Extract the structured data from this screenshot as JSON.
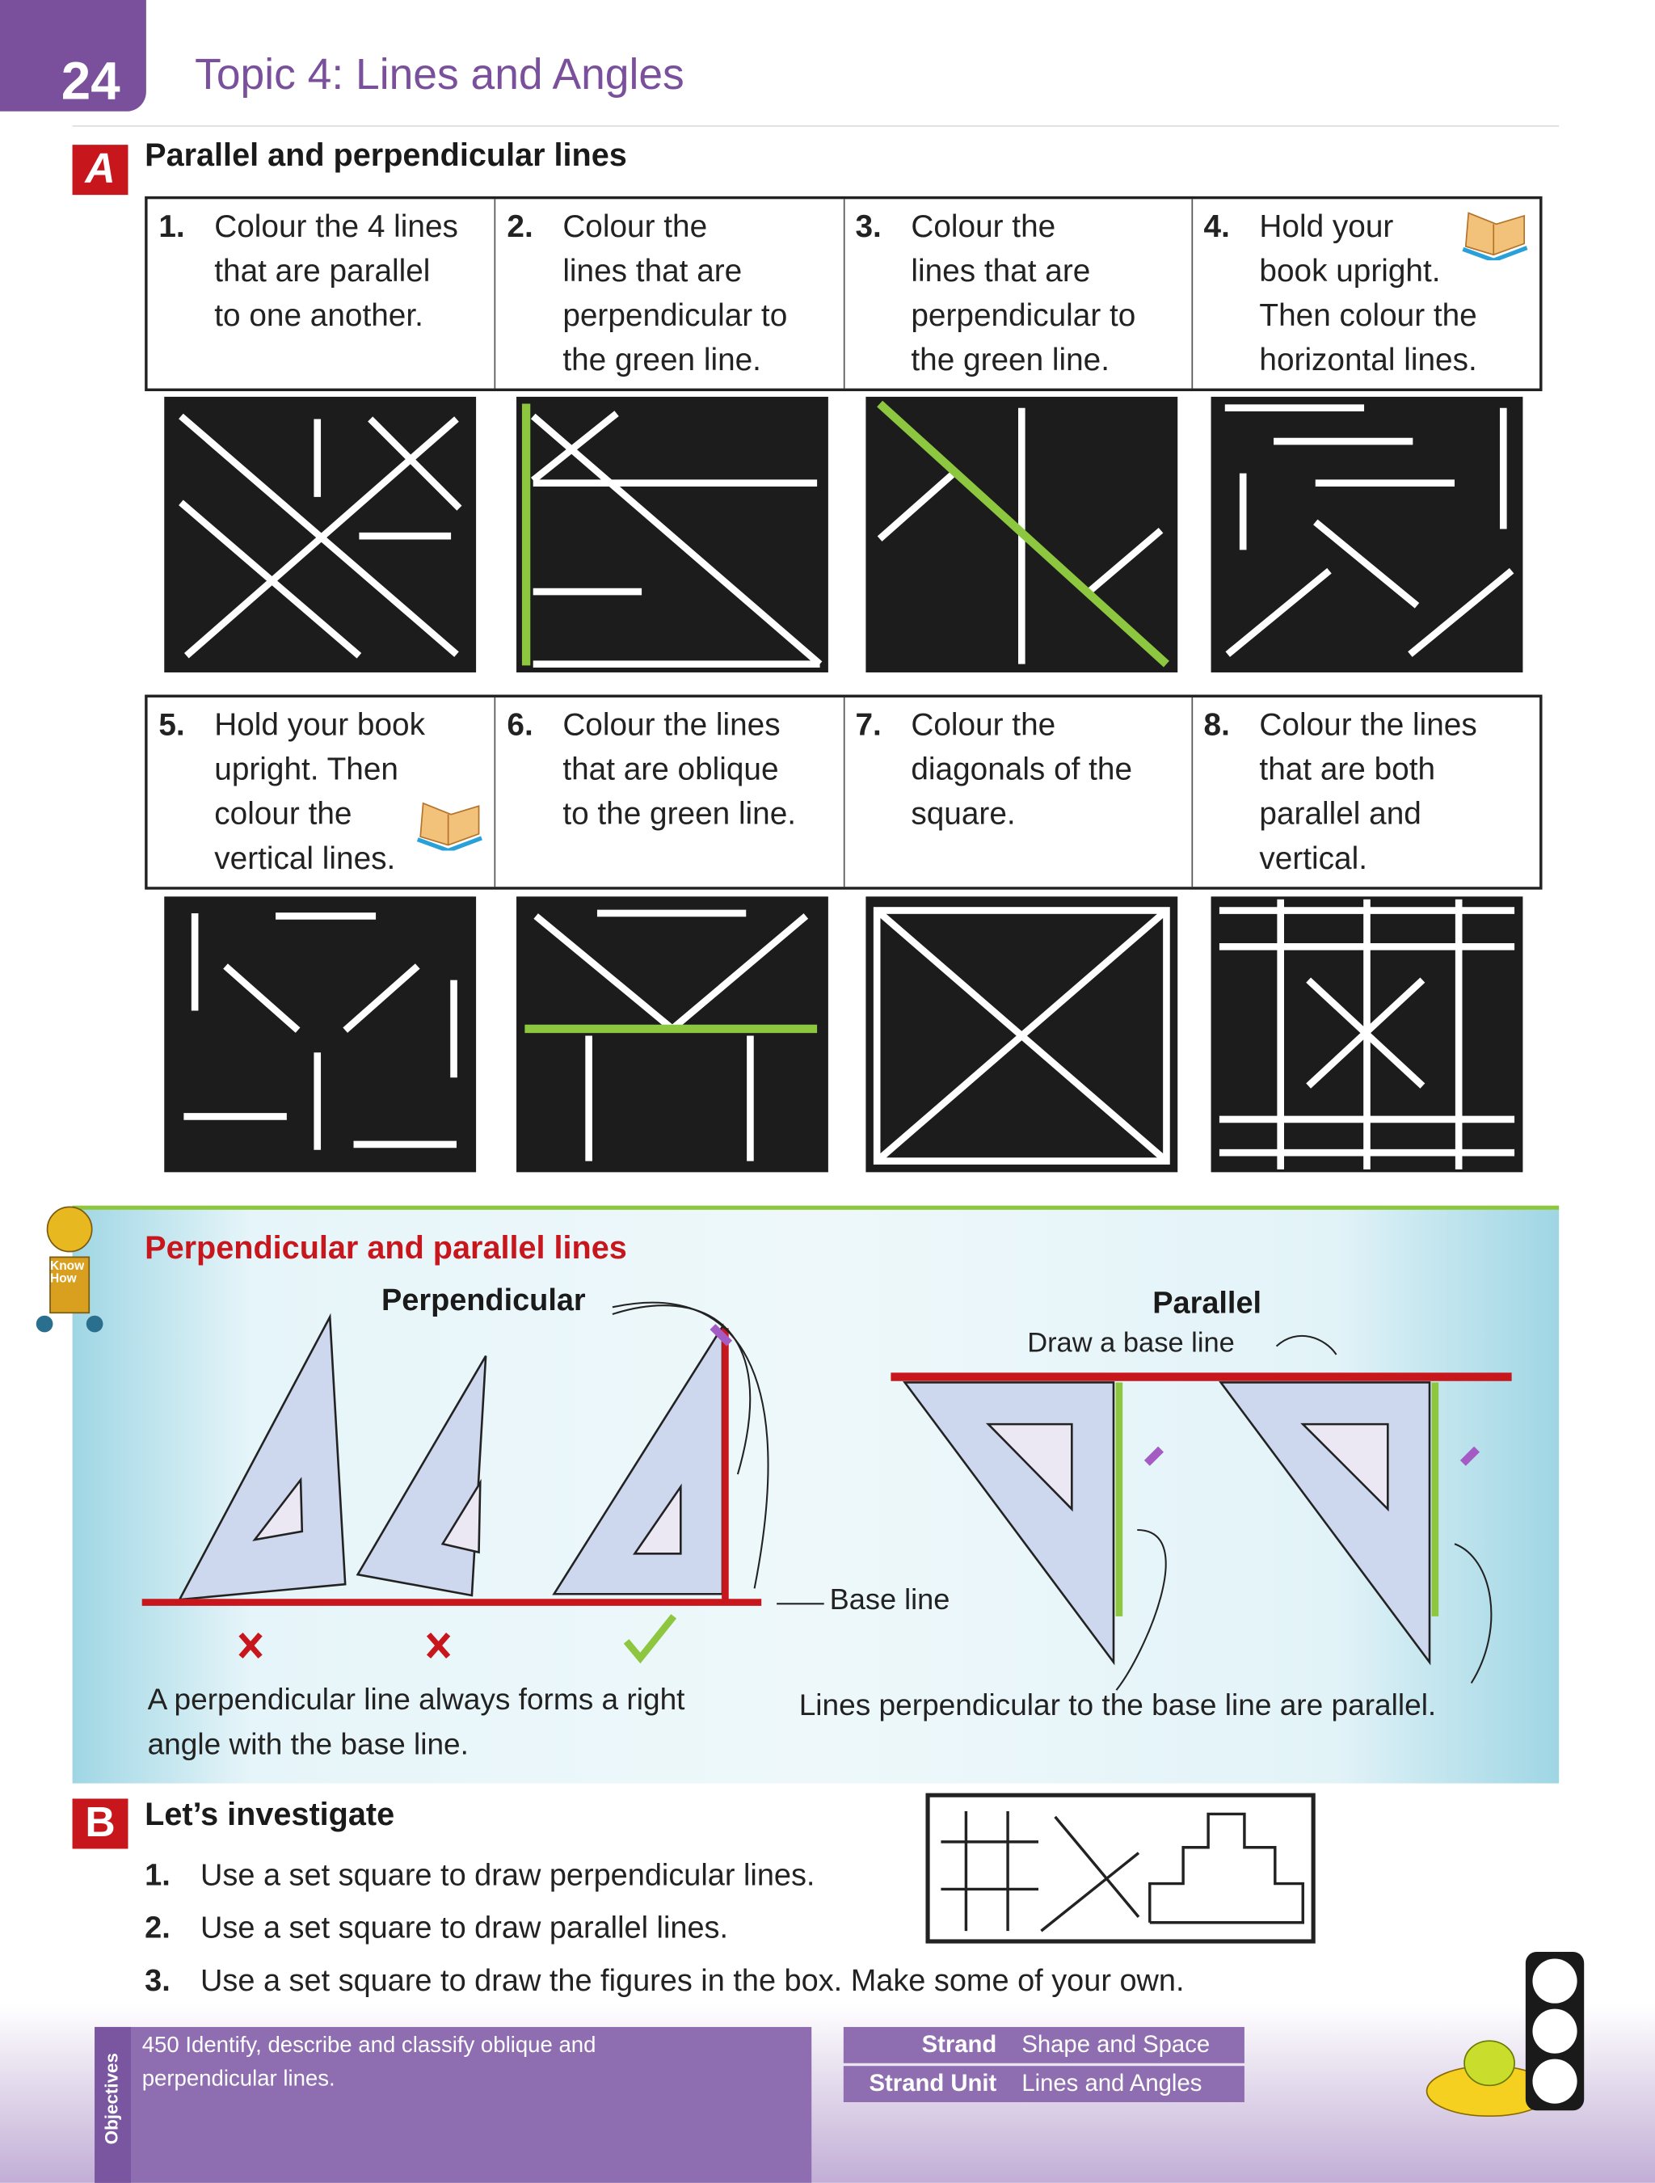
{
  "header": {
    "page_number": "24",
    "topic_title": "Topic 4: Lines and Angles"
  },
  "section_a": {
    "badge": "A",
    "title": "Parallel and perpendicular lines",
    "questions": [
      {
        "num": "1.",
        "text": "Colour the 4 lines\nthat are parallel\nto one another."
      },
      {
        "num": "2.",
        "text": "Colour the\nlines that are\nperpendicular to\nthe green line."
      },
      {
        "num": "3.",
        "text": "Colour the\nlines that are\nperpendicular to\nthe green line."
      },
      {
        "num": "4.",
        "text": "Hold your\nbook upright.\nThen colour the\nhorizontal lines."
      },
      {
        "num": "5.",
        "text": "Hold your book\nupright. Then\ncolour the\nvertical lines."
      },
      {
        "num": "6.",
        "text": "Colour the lines\nthat are oblique\nto the green line."
      },
      {
        "num": "7.",
        "text": "Colour the\ndiagonals of the\nsquare."
      },
      {
        "num": "8.",
        "text": "Colour the lines\nthat are both\nparallel and\nvertical."
      }
    ]
  },
  "know_how": {
    "mascot_label": "Know How",
    "title": "Perpendicular and parallel lines",
    "perpendicular_heading": "Perpendicular",
    "parallel_heading": "Parallel",
    "draw_base_line": "Draw a base line",
    "base_line": "Base line",
    "perp_caption": "A perpendicular line always forms a right angle with the base line.",
    "parallel_caption": "Lines perpendicular to the base line are parallel.",
    "marks": [
      "cross",
      "cross",
      "tick"
    ]
  },
  "section_b": {
    "badge": "B",
    "title": "Let’s investigate",
    "items": [
      {
        "num": "1.",
        "text": "Use a set square to draw perpendicular lines."
      },
      {
        "num": "2.",
        "text": "Use a set square to draw parallel lines."
      },
      {
        "num": "3.",
        "text": "Use a set square to draw the figures in the box. Make some of your own."
      }
    ]
  },
  "footer": {
    "objectives_label": "Objectives",
    "objective": "450 Identify, describe and classify oblique and perpendicular lines.",
    "strand_label": "Strand",
    "strand": "Shape and Space",
    "strand_unit_label": "Strand Unit",
    "strand_unit": "Lines and Angles"
  },
  "colors": {
    "purple": "#7a4f9c",
    "red": "#c8161d",
    "green": "#8dc63f",
    "panel": "#1c1c1c"
  }
}
